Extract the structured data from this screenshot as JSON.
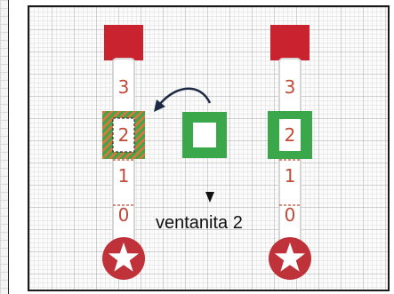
{
  "diagram": {
    "caption": "ventanita 2",
    "columns": [
      {
        "levels": [
          "3",
          "2",
          "1",
          "0"
        ]
      },
      {
        "levels": [
          "3",
          "2",
          "1",
          "0"
        ]
      }
    ],
    "colors": {
      "cap_red": "#c8232f",
      "star_red": "#c0323a",
      "window_green": "#3aa84a",
      "hatch_orange": "#d6783c",
      "number_red": "#c24a38",
      "tube_border": "#d6d6d6",
      "arrow": "#1d2a44"
    },
    "icons": [
      "star-icon",
      "curved-arrow-icon",
      "down-arrowhead-icon"
    ]
  }
}
